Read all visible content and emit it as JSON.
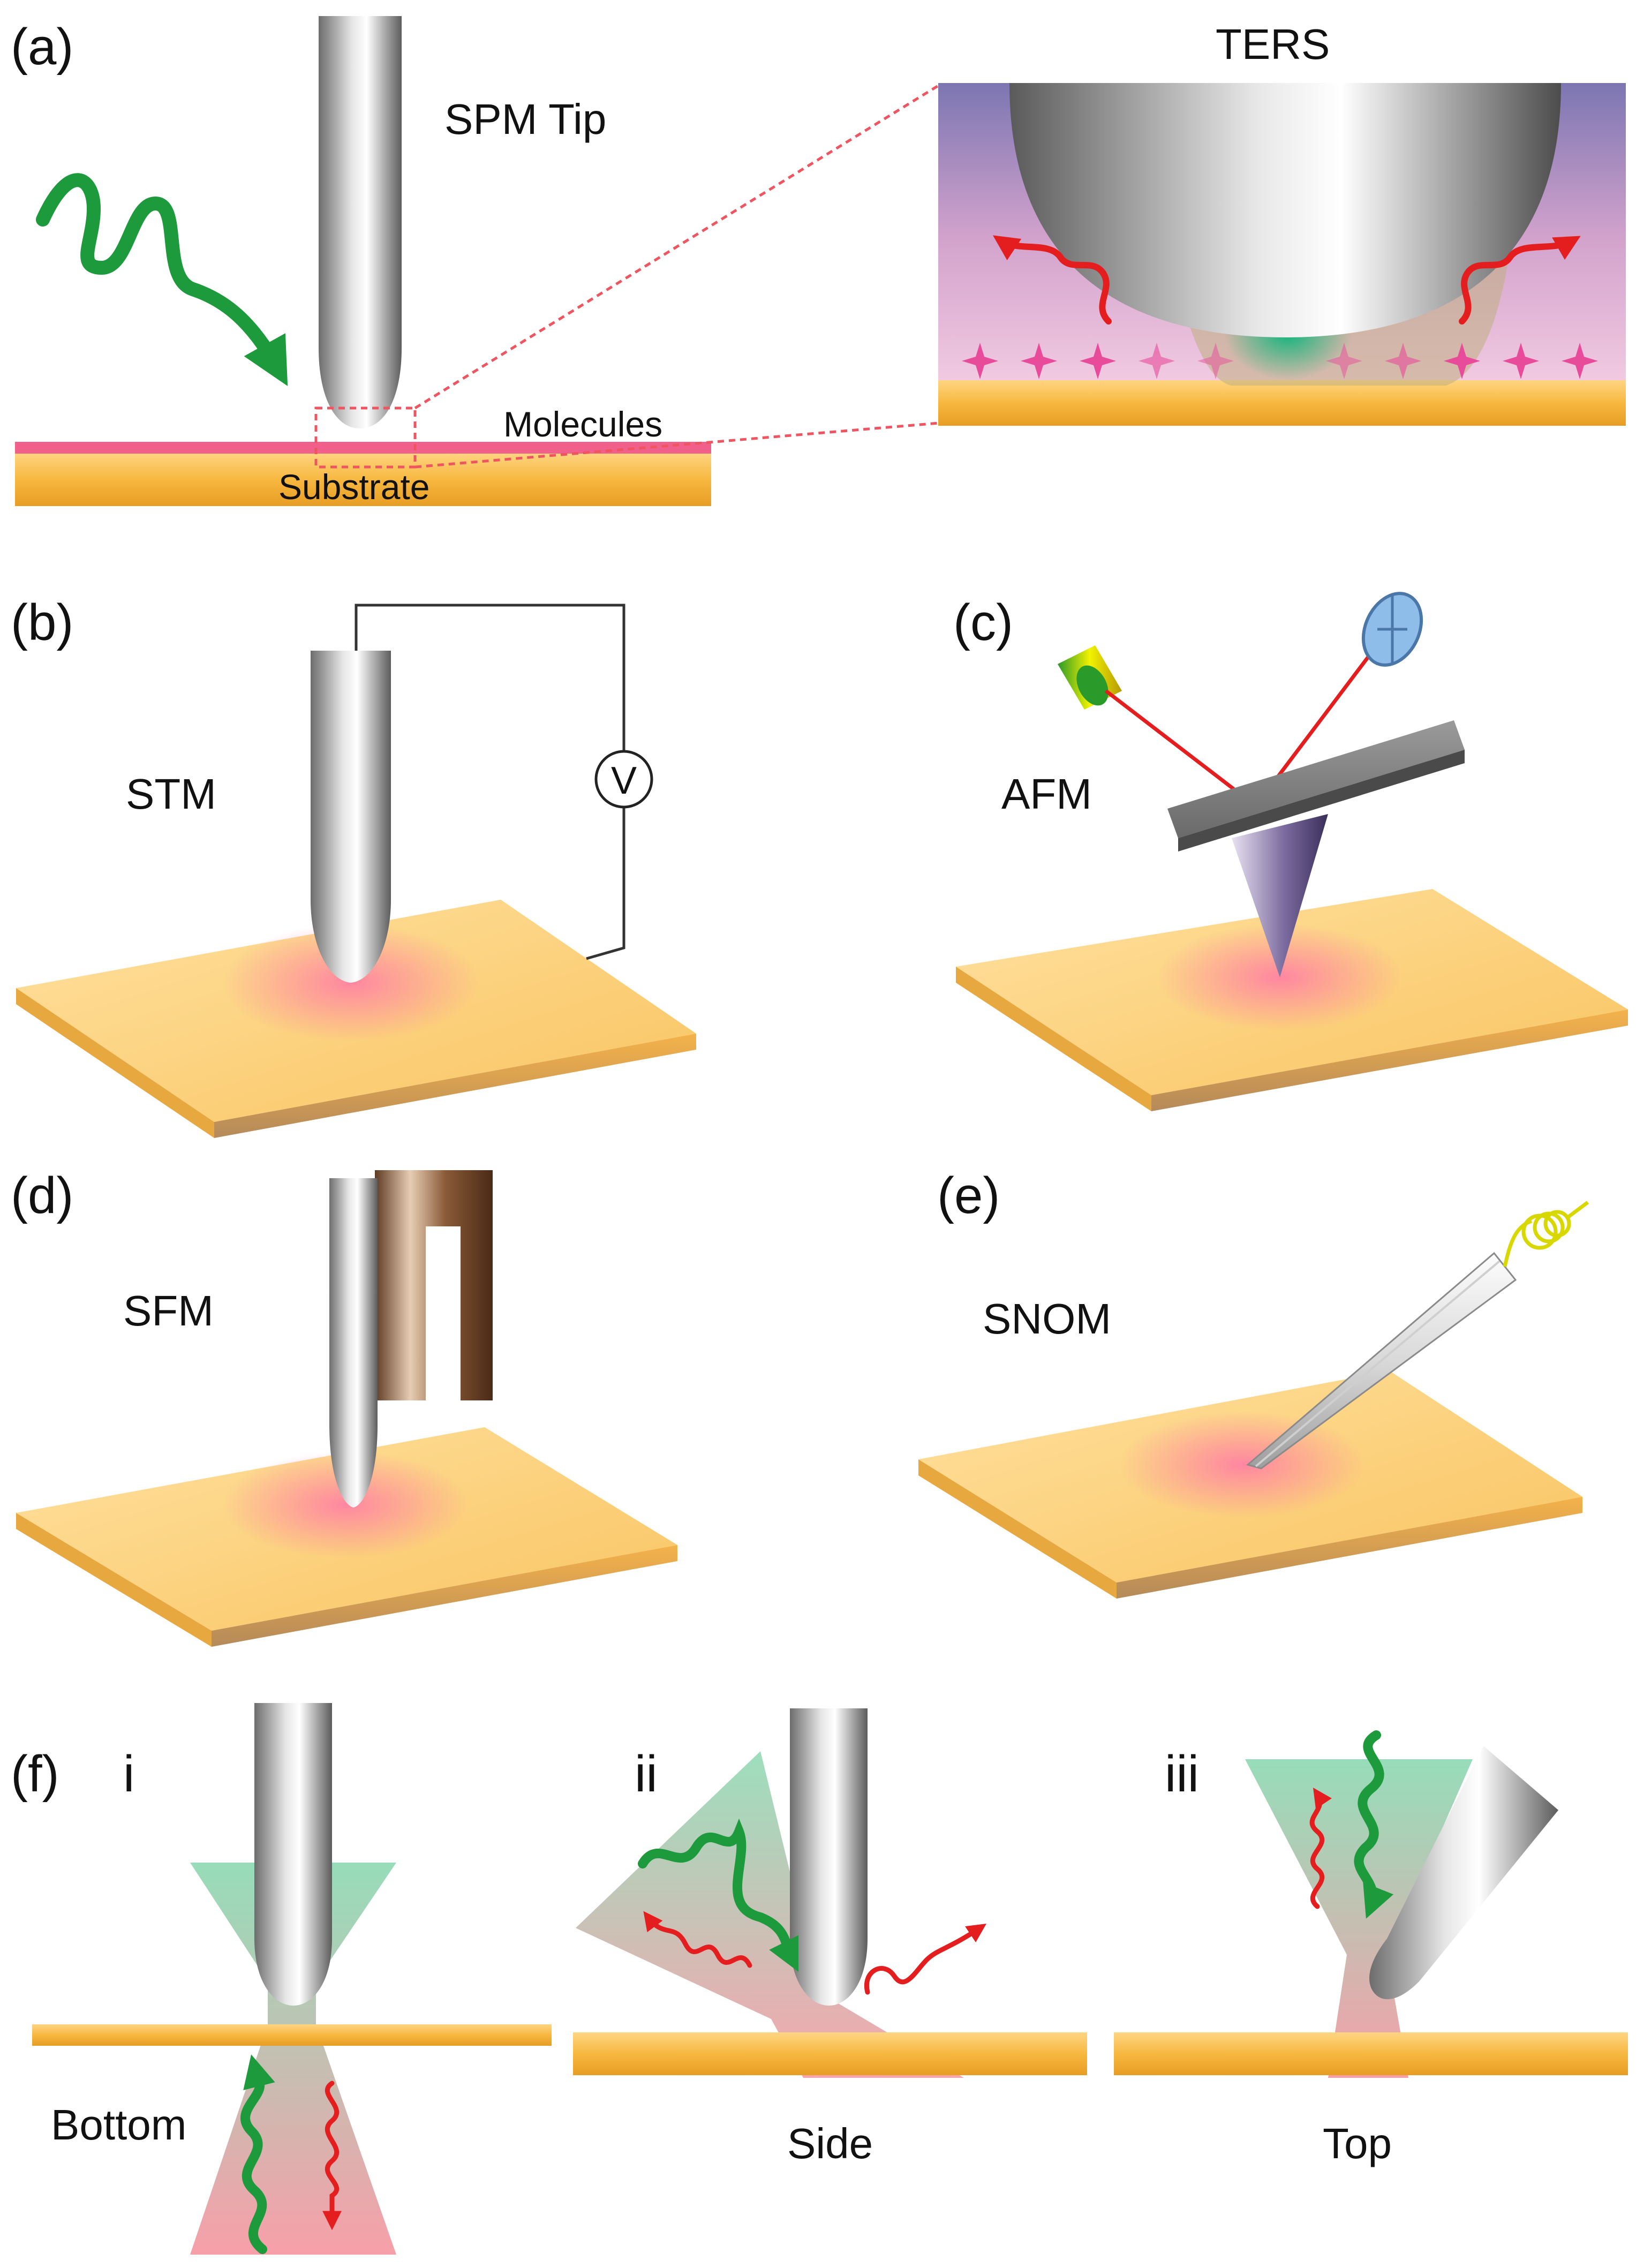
{
  "panel_a": {
    "label": "(a)",
    "tip_label": "SPM Tip",
    "molecules_label": "Molecules",
    "substrate_label": "Substrate",
    "inset_title": "TERS"
  },
  "panel_b": {
    "label": "(b)",
    "method": "STM",
    "voltmeter": "V"
  },
  "panel_c": {
    "label": "(c)",
    "method": "AFM"
  },
  "panel_d": {
    "label": "(d)",
    "method": "SFM"
  },
  "panel_e": {
    "label": "(e)",
    "method": "SNOM"
  },
  "panel_f": {
    "label": "(f)",
    "configs": [
      {
        "numeral": "i",
        "name": "Bottom"
      },
      {
        "numeral": "ii",
        "name": "Side"
      },
      {
        "numeral": "iii",
        "name": "Top"
      }
    ]
  },
  "colors": {
    "substrate": "#f7b840",
    "molecules": "#f0608a",
    "excitation": "#1c9a3c",
    "scattered": "#e41e1e",
    "tip": "#9a9a9a",
    "tuning_fork": "#8a5a38",
    "fiber": "#d8d800"
  }
}
